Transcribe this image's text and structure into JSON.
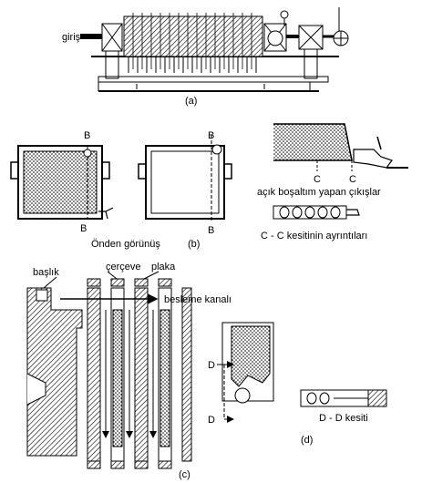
{
  "panel_a": {
    "inlet_label": "giriş",
    "caption": "(a)"
  },
  "panel_b": {
    "section_mark": "B",
    "front_view_label": "Önden görünüş",
    "caption": "(b)",
    "open_discharge_label": "açık boşaltım yapan çıkışlar",
    "section_cc_mark": "C",
    "section_cc_detail_label": "C - C kesitinin ayrıntıları"
  },
  "panel_c": {
    "head_label": "başlık",
    "frame_label": "çerçeve",
    "plate_label": "plaka",
    "feed_channel_label": "besleme kanalı",
    "caption": "(c)"
  },
  "panel_d": {
    "section_mark": "D",
    "section_dd_label": "D - D kesiti",
    "caption": "(d)"
  },
  "colors": {
    "ink": "#000000",
    "paper": "#ffffff"
  }
}
